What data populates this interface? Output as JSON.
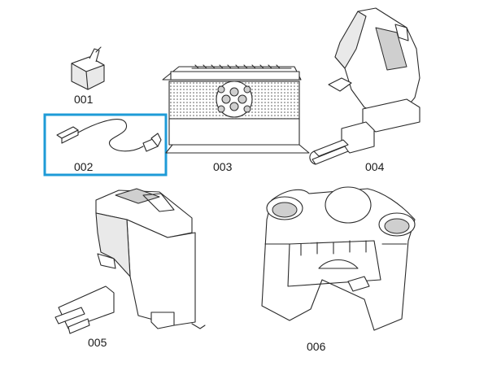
{
  "parts": [
    {
      "id": "part-001",
      "label": "001"
    },
    {
      "id": "part-002",
      "label": "002"
    },
    {
      "id": "part-003",
      "label": "003"
    },
    {
      "id": "part-004",
      "label": "004"
    },
    {
      "id": "part-005",
      "label": "005"
    },
    {
      "id": "part-006",
      "label": "006"
    }
  ],
  "colors": {
    "highlight_border": "#1e9bd7",
    "line": "#2a2a2a"
  },
  "selected_part": "002"
}
